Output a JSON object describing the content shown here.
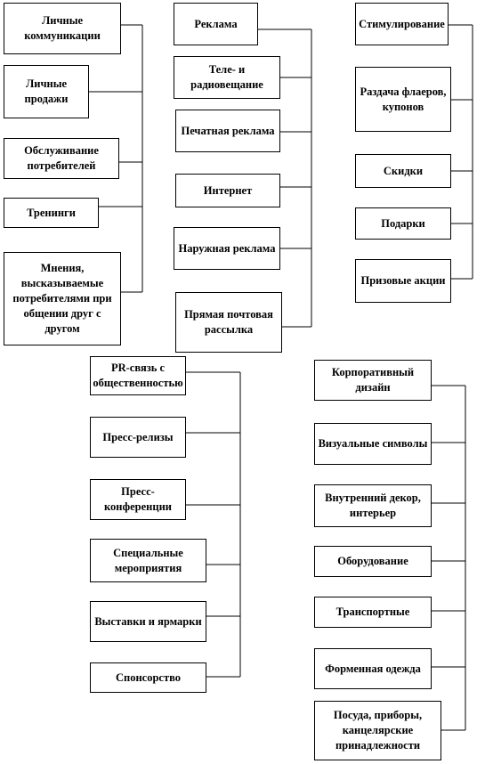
{
  "columns": [
    {
      "id": "personal",
      "items": [
        "Личные коммуникации",
        "Личные продажи",
        "Обслуживание потребителей",
        "Тренинги",
        "Мнения, высказываемые потребителями при общении друг с другом"
      ]
    },
    {
      "id": "advertising",
      "items": [
        "Реклама",
        "Теле- и радиовещание",
        "Печатная реклама",
        "Интернет",
        "Наружная реклама",
        "Прямая почтовая рассылка"
      ]
    },
    {
      "id": "stimulation",
      "items": [
        "Стимулирование",
        "Раздача флаеров, купонов",
        "Скидки",
        "Подарки",
        "Призовые акции"
      ]
    },
    {
      "id": "pr",
      "items": [
        "PR-связь с общественностью",
        "Пресс-релизы",
        "Пресс-конференции",
        "Специальные мероприятия",
        "Выставки и ярмарки",
        "Спонсорство"
      ]
    },
    {
      "id": "corporate",
      "items": [
        "Корпоративный дизайн",
        "Визуальные символы",
        "Внутренний декор, интерьер",
        "Оборудование",
        "Транспортные",
        "Форменная одежда",
        "Посуда, приборы, канцелярские принадлежности"
      ]
    }
  ]
}
